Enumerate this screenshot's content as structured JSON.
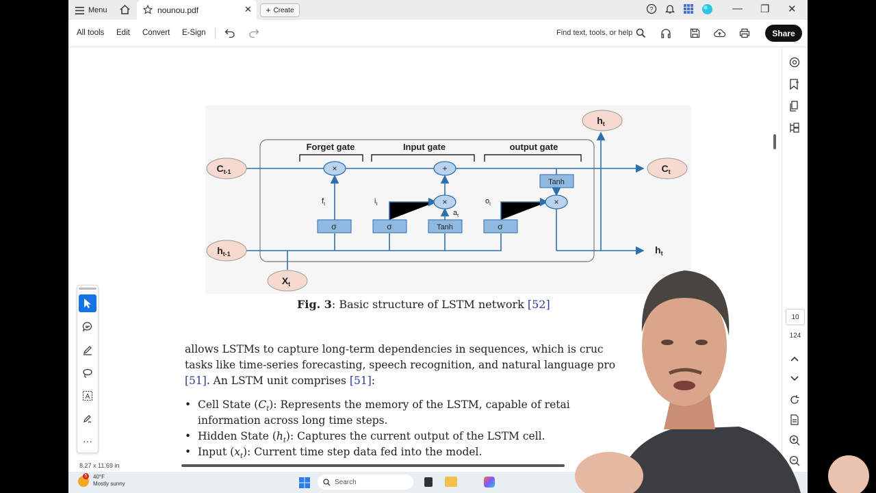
{
  "tabbar": {
    "menu_label": "Menu",
    "tab_title": "nounou.pdf",
    "create_label": "Create"
  },
  "toolbar": {
    "items": [
      "All tools",
      "Edit",
      "Convert",
      "E-Sign"
    ],
    "search_hint": "Find text, tools, or help",
    "share_label": "Share"
  },
  "figure": {
    "gates": [
      "Forget gate",
      "Input gate",
      "output gate"
    ],
    "nodes": {
      "c_prev": "C",
      "c_prev_sub": "t-1",
      "h_prev": "h",
      "h_prev_sub": "t-1",
      "x": "X",
      "x_sub": "t",
      "c_next": "C",
      "c_next_sub": "t",
      "h_top": "h",
      "h_top_sub": "t",
      "h_out": "h",
      "h_out_sub": "t"
    },
    "labels": {
      "f": "f",
      "f_sub": "t",
      "i": "i",
      "i_sub": "t",
      "a": "a",
      "a_sub": "t",
      "o": "o",
      "o_sub": "t",
      "tanh": "Tanh",
      "sigma": "σ",
      "times": "×",
      "plus": "+"
    }
  },
  "caption": {
    "fig": "Fig. 3",
    "text": ": Basic structure of LSTM network ",
    "cite": "[52]"
  },
  "paragraph": {
    "line1": "allows LSTMs to capture long-term dependencies in sequences, which is cruc",
    "line2": "tasks like time-series forecasting, speech recognition, and natural language pro",
    "line3_cite1": "[51]",
    "line3_mid": ". An LSTM unit comprises ",
    "line3_cite2": "[51]",
    "line3_end": ":"
  },
  "bullets": [
    {
      "lead": "Cell State (",
      "var": "C",
      "sub": "t",
      "rest": "): Represents the memory of the LSTM, capable of retai"
    },
    {
      "lead": "information across long time steps.",
      "var": "",
      "sub": "",
      "rest": ""
    },
    {
      "lead": "Hidden State (",
      "var": "h",
      "sub": "t",
      "rest": "): Captures the current output of the LSTM cell."
    },
    {
      "lead": "Input (",
      "var": "x",
      "sub": "t",
      "rest": "): Current time step data fed into the model."
    }
  ],
  "statusbar": {
    "page_size": "8.27 x 11.69 in"
  },
  "rail": {
    "current_page": "10",
    "total_pages": "124"
  },
  "taskbar": {
    "weather_temp": "40°F",
    "weather_desc": "Mostly sunny",
    "search_placeholder": "Search",
    "notif_count": "5"
  },
  "colors": {
    "accent": "#1473e6",
    "diagram_line": "#2f6fae",
    "node_fill": "#f6d9cf",
    "gate_box": "#8fb9e0",
    "op_circle": "#b9d2ee"
  }
}
